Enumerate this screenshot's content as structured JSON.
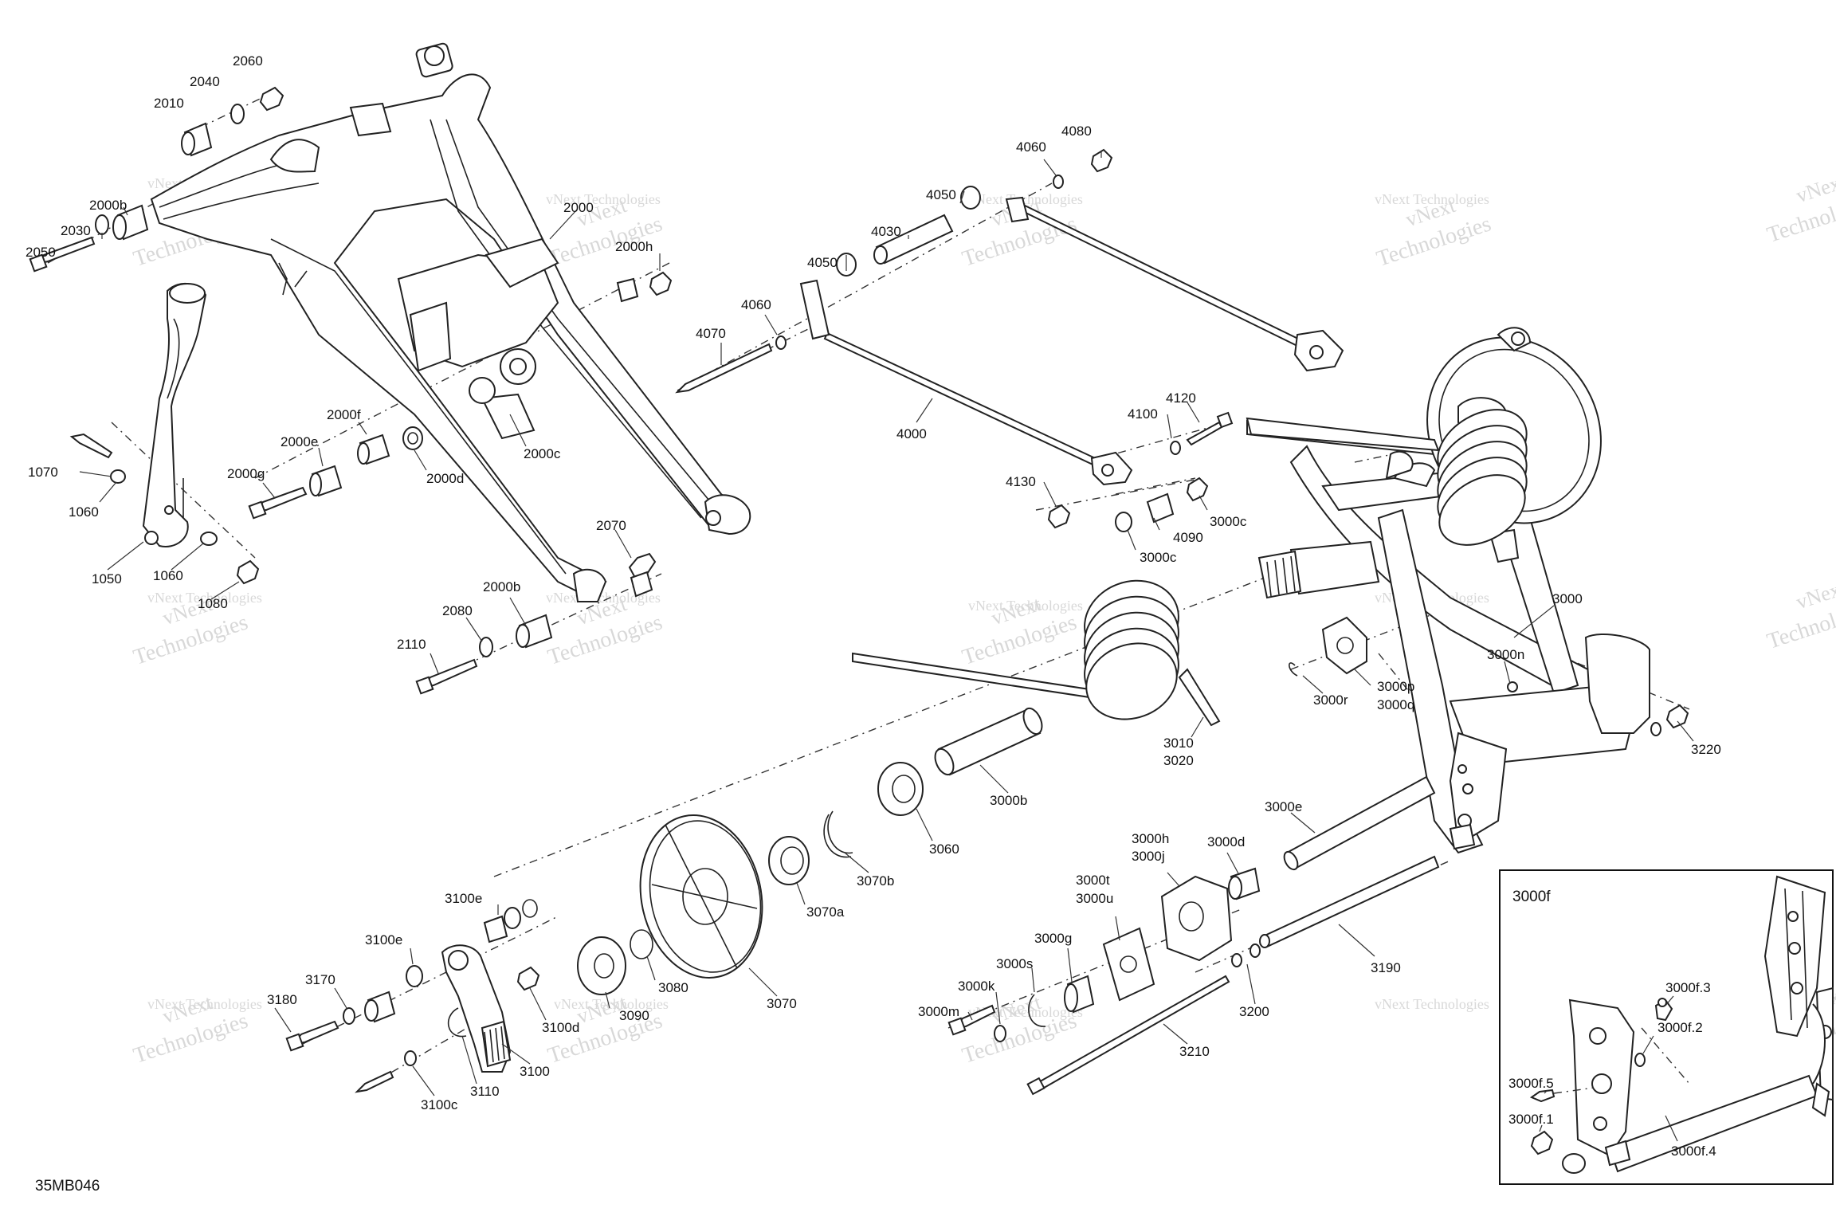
{
  "diagram_code": "35MB046",
  "inset_title": "3000f",
  "watermark_lines": [
    "vNext",
    "Technologies"
  ],
  "watermark_small": "vNext Technologies",
  "labels": {
    "l2060": "2060",
    "l2040": "2040",
    "l2010": "2010",
    "l2000b_top": "2000b",
    "l2030": "2030",
    "l2050": "2050",
    "l2000": "2000",
    "l2000h": "2000h",
    "l2000f": "2000f",
    "l2000e": "2000e",
    "l2000g": "2000g",
    "l2000d": "2000d",
    "l2000c": "2000c",
    "l1070": "1070",
    "l1060a": "1060",
    "l1050": "1050",
    "l1060b": "1060",
    "l1080": "1080",
    "l2070": "2070",
    "l2000b_bot": "2000b",
    "l2080": "2080",
    "l2110": "2110",
    "l4080": "4080",
    "l4060a": "4060",
    "l4050a": "4050",
    "l4030": "4030",
    "l4050b": "4050",
    "l4060b": "4060",
    "l4070": "4070",
    "l4000": "4000",
    "l4120": "4120",
    "l4100": "4100",
    "l4130": "4130",
    "l4090": "4090",
    "l3000c_a": "3000c",
    "l3000c_b": "3000c",
    "l3000": "3000",
    "l3000n": "3000n",
    "l3000p": "3000p",
    "l3000q": "3000q",
    "l3000r": "3000r",
    "l3220": "3220",
    "l3010": "3010",
    "l3020": "3020",
    "l3000b": "3000b",
    "l3060": "3060",
    "l3070b": "3070b",
    "l3070a": "3070a",
    "l3070": "3070",
    "l3080": "3080",
    "l3090": "3090",
    "l3000e": "3000e",
    "l3000h": "3000h",
    "l3000j": "3000j",
    "l3000d": "3000d",
    "l3000t": "3000t",
    "l3000u": "3000u",
    "l3000g": "3000g",
    "l3000s": "3000s",
    "l3000k": "3000k",
    "l3000m": "3000m",
    "l3190": "3190",
    "l3200": "3200",
    "l3210": "3210",
    "l3100e_a": "3100e",
    "l3100e_b": "3100e",
    "l3170": "3170",
    "l3180": "3180",
    "l3100d": "3100d",
    "l3100": "3100",
    "l3110": "3110",
    "l3100c": "3100c",
    "l3000f3": "3000f.3",
    "l3000f2": "3000f.2",
    "l3000f5": "3000f.5",
    "l3000f1": "3000f.1",
    "l3000f4": "3000f.4"
  }
}
